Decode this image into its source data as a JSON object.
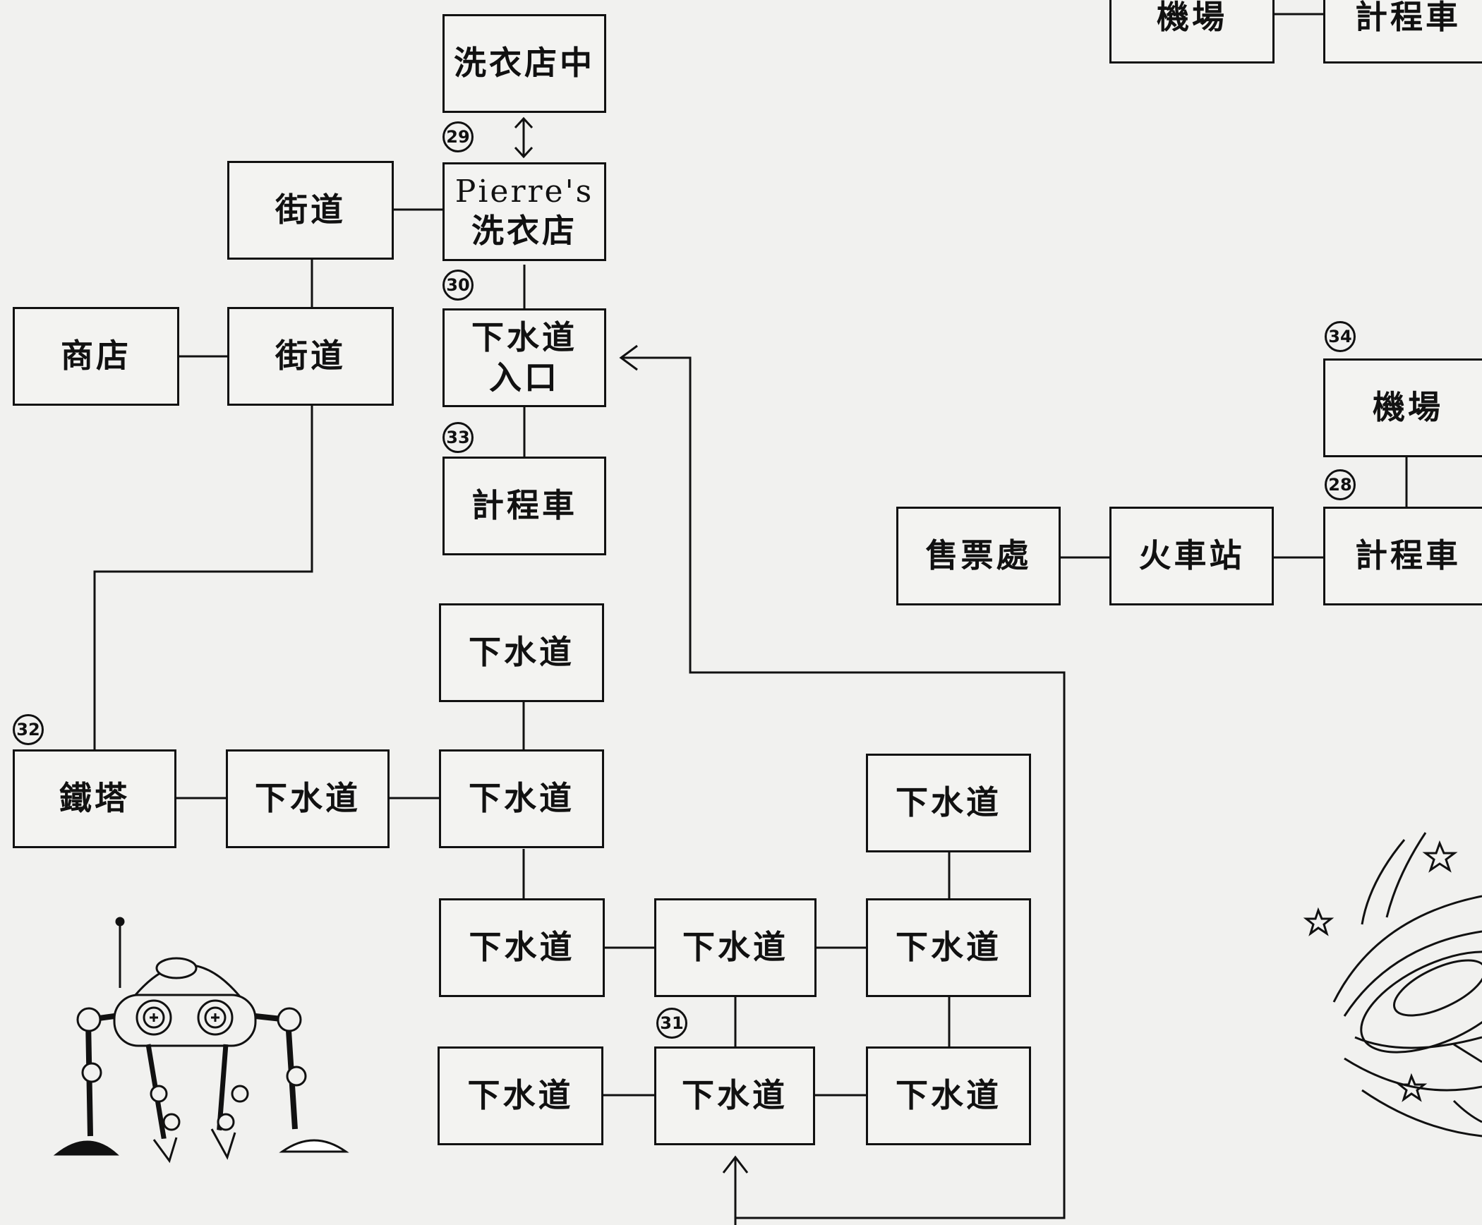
{
  "nodes": {
    "laundry_busy": "洗衣店中",
    "pierre_name": "Pierre's",
    "pierre_type": "洗衣店",
    "street_upper": "街道",
    "shop": "商店",
    "street_lower": "街道",
    "sewer_entrance_l1": "下水道",
    "sewer_entrance_l2": "入口",
    "taxi_center": "計程車",
    "tower": "鐵塔",
    "sewer": "下水道",
    "airport": "機場",
    "taxi": "計程車",
    "ticket_office": "售票處",
    "train_station": "火車站"
  },
  "badges": {
    "b29": "29",
    "b30": "30",
    "b33": "33",
    "b32": "32",
    "b31": "31",
    "b34": "34",
    "b28": "28"
  },
  "colors": {
    "line": "#111111",
    "paper": "#f1f1ef"
  }
}
